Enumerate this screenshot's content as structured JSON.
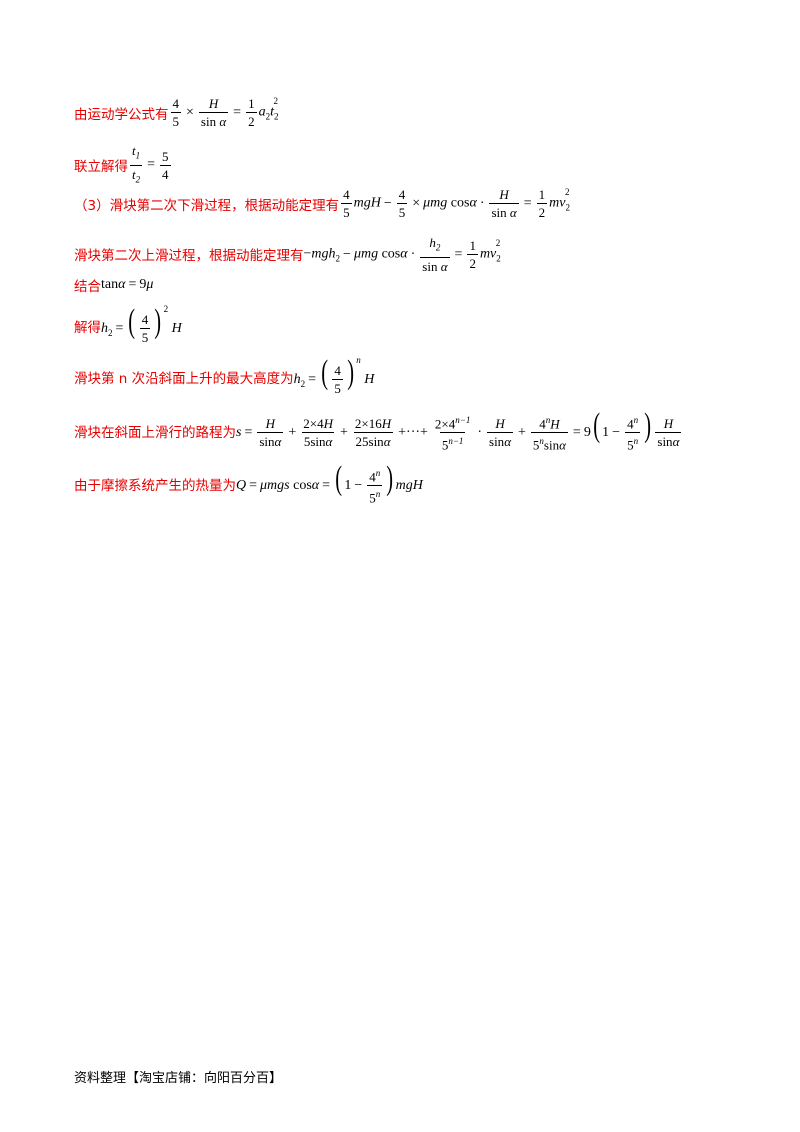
{
  "lines": {
    "l1": {
      "text": "由运动学公式有"
    },
    "l2": {
      "text": "联立解得"
    },
    "l3": {
      "text": "（3）滑块第二次下滑过程，根据动能定理有"
    },
    "l4": {
      "text": "滑块第二次上滑过程，根据动能定理有"
    },
    "l5": {
      "text": "结合"
    },
    "l6": {
      "text": "解得"
    },
    "l7": {
      "text": "滑块第 n 次沿斜面上升的最大高度为"
    },
    "l8": {
      "text": "滑块在斜面上滑行的路程为"
    },
    "l9": {
      "text": "由于摩擦系统产生的热量为"
    }
  },
  "footer": {
    "text": "资料整理【淘宝店铺：向阳百分百】"
  }
}
